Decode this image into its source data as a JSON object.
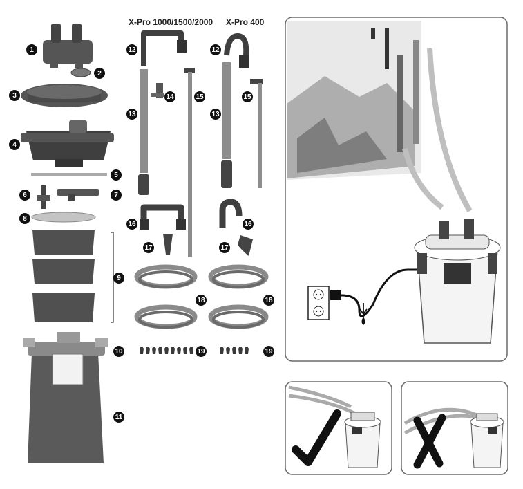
{
  "model_labels": {
    "large": "X-Pro 1000/1500/2000",
    "small": "X-Pro 400"
  },
  "callouts": {
    "n1": "1",
    "n2": "2",
    "n3": "3",
    "n4": "4",
    "n5": "5",
    "n6": "6",
    "n7": "7",
    "n8": "8",
    "n9": "9",
    "n10": "10",
    "n11": "11",
    "n12a": "12",
    "n12b": "12",
    "n13a": "13",
    "n13b": "13",
    "n14": "14",
    "n15a": "15",
    "n15b": "15",
    "n16a": "16",
    "n16b": "16",
    "n17a": "17",
    "n17b": "17",
    "n18a": "18",
    "n18b": "18",
    "n19a": "19",
    "n19b": "19"
  },
  "colors": {
    "part_dark": "#4a4a4a",
    "part_mid": "#7a7a7a",
    "tube": "#9a9a9a",
    "hose": "#8a8a8a",
    "panel_border": "#6b6b6b",
    "badge": "#111111",
    "filter_body": "#f4f4f4"
  },
  "icons": [
    "power-socket-icon",
    "plug-icon",
    "water-drop-icon",
    "correct-checkmark-icon",
    "incorrect-cross-icon"
  ]
}
